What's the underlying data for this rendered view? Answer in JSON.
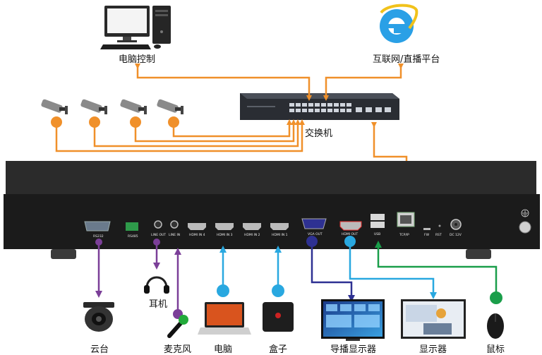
{
  "colors": {
    "orange": "#f0902a",
    "purple": "#7b3f98",
    "navy": "#2e3192",
    "blue": "#29a8e0",
    "green": "#1a9e4a",
    "device_body": "#1b1b1b"
  },
  "labels": {
    "pc_control": "电脑控制",
    "internet": "互联网/直播平台",
    "switch": "交换机",
    "ptz": "云台",
    "headphones": "耳机",
    "microphone": "麦克风",
    "computer": "电脑",
    "box": "盒子",
    "director_monitor": "导播显示器",
    "monitor": "显示器",
    "mouse": "鼠标"
  },
  "ports": {
    "rs232": "RS232",
    "rs485": "RS485",
    "line_out": "LINE OUT",
    "line_in": "LINE IN",
    "hdmi_in_4": "HDMI IN 4",
    "hdmi_in_3": "HDMI IN 3",
    "hdmi_in_2": "HDMI IN 2",
    "hdmi_in_1": "HDMI IN 1",
    "vga_out": "VGA OUT",
    "hdmi_out": "HDMI OUT",
    "usb": "USB",
    "tcp_ip": "TCP/IP",
    "fw": "FW",
    "rst": "RST",
    "dc_12v": "DC 12V"
  },
  "icons": [
    "desktop-computer-icon",
    "internet-explorer-icon",
    "network-switch-icon",
    "cctv-camera-icon",
    "dome-camera-icon",
    "headphones-icon",
    "microphone-icon",
    "laptop-icon",
    "set-top-box-icon",
    "director-monitor-icon",
    "monitor-icon",
    "mouse-icon",
    "ground-icon"
  ]
}
